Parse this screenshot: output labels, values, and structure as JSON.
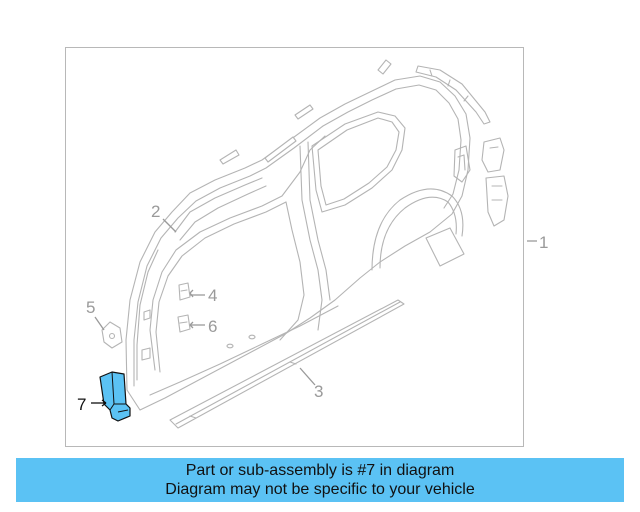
{
  "diagram": {
    "callouts": [
      {
        "id": "1",
        "label": "1"
      },
      {
        "id": "2",
        "label": "2"
      },
      {
        "id": "3",
        "label": "3"
      },
      {
        "id": "4",
        "label": "4"
      },
      {
        "id": "5",
        "label": "5"
      },
      {
        "id": "6",
        "label": "6"
      },
      {
        "id": "7",
        "label": "7"
      }
    ],
    "highlighted_part": "7",
    "highlight_color": "#5bc2f4",
    "line_color": "#b4b4b4"
  },
  "banner": {
    "line1": "Part or sub-assembly is #7 in diagram",
    "line2": "Diagram may not be specific to your vehicle",
    "background": "#5bc2f4"
  }
}
